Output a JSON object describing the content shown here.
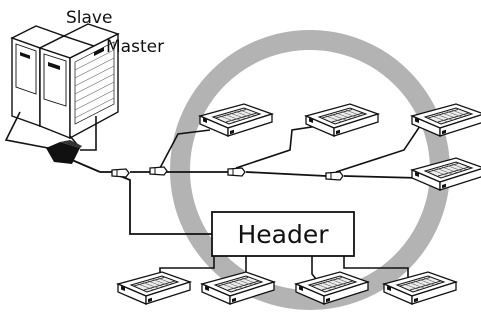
{
  "labels": {
    "slave": "Slave",
    "master": "Master",
    "header": "Header"
  },
  "colors": {
    "ring": "#b3b3b3",
    "line": "#111111",
    "unit_face": "#ececec",
    "background": "#ffffff"
  },
  "components": {
    "outdoor_units": [
      "Slave",
      "Master"
    ],
    "branch_joints": 4,
    "indoor_units_on_branch_line": 4,
    "indoor_units_on_header": 4
  }
}
